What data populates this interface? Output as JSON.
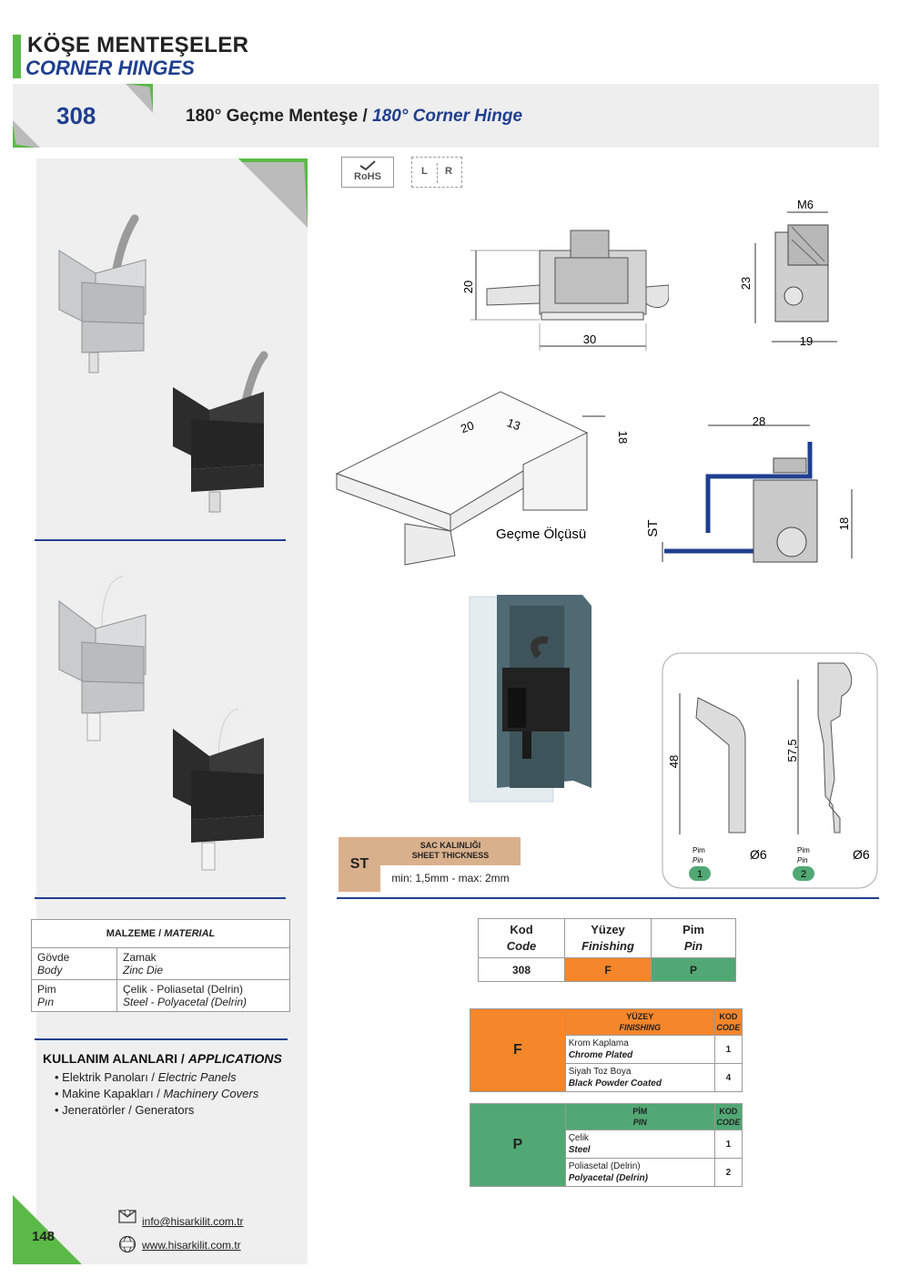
{
  "header": {
    "title_tr": "KÖŞE MENTEŞELER",
    "title_en": "CORNER HINGES",
    "code": "308",
    "product_tr": "180° Geçme Menteşe /",
    "product_en": "180° Corner Hinge"
  },
  "badges": {
    "rohs": "RoHS",
    "lr_l": "L",
    "lr_r": "R"
  },
  "drawing": {
    "dim_20": "20",
    "dim_30": "30",
    "dim_m6": "M6",
    "dim_23": "23",
    "dim_19": "19",
    "cut_20": "20",
    "cut_13": "13",
    "cut_18": "18",
    "cutout_label": "Geçme Ölçüsü",
    "sec_28": "28",
    "sec_18": "18",
    "sec_st": "ST",
    "pin_48": "48",
    "pin_575": "57,5",
    "pin1_label_tr": "Pim",
    "pin1_label_en": "Pin",
    "pin1_dia": "Ø6",
    "pin1_num": "1",
    "pin2_label_tr": "Pim",
    "pin2_label_en": "Pin",
    "pin2_dia": "Ø6",
    "pin2_num": "2"
  },
  "sheet": {
    "key": "ST",
    "head_tr": "SAC KALINLIĞI",
    "head_en": "SHEET THICKNESS",
    "value": "min: 1,5mm - max: 2mm"
  },
  "material": {
    "title": "MALZEME /",
    "title_en": "MATERIAL",
    "rows": [
      {
        "part_tr": "Gövde",
        "part_en": "Body",
        "mat_tr": "Zamak",
        "mat_en": "Zinc Die"
      },
      {
        "part_tr": "Pim",
        "part_en": "Pın",
        "mat_tr": "Çelik - Poliasetal (Delrin)",
        "mat_en": "Steel - Polyacetal (Delrin)"
      }
    ]
  },
  "applications": {
    "title": "KULLANIM ALANLARI /",
    "title_en": "APPLICATIONS",
    "items": [
      {
        "tr": "Elektrik Panoları /",
        "en": "Electric Panels"
      },
      {
        "tr": "Makine Kapakları /",
        "en": "Machinery Covers"
      },
      {
        "tr": "Jeneratörler / Generators",
        "en": ""
      }
    ]
  },
  "code_table": {
    "h1_tr": "Kod",
    "h1_en": "Code",
    "h2_tr": "Yüzey",
    "h2_en": "Finishing",
    "h3_tr": "Pim",
    "h3_en": "Pin",
    "v1": "308",
    "v2": "F",
    "v3": "P"
  },
  "finish_table": {
    "key": "F",
    "head_tr": "YÜZEY",
    "head_en": "FINISHING",
    "kod_tr": "KOD",
    "kod_en": "CODE",
    "rows": [
      {
        "tr": "Krom Kaplama",
        "en": "Chrome Plated",
        "code": "1"
      },
      {
        "tr": "Siyah Toz Boya",
        "en": "Black Powder Coated",
        "code": "4"
      }
    ]
  },
  "pin_table": {
    "key": "P",
    "head_tr": "PİM",
    "head_en": "PIN",
    "kod_tr": "KOD",
    "kod_en": "CODE",
    "rows": [
      {
        "tr": "Çelik",
        "en": "Steel",
        "code": "1"
      },
      {
        "tr": "Poliasetal (Delrin)",
        "en": "Polyacetal (Delrin)",
        "code": "2"
      }
    ]
  },
  "footer": {
    "page": "148",
    "email": "info@hisarkilit.com.tr",
    "web": "www.hisarkilit.com.tr"
  },
  "colors": {
    "green": "#5bba47",
    "blue": "#1f3f8f",
    "orange": "#f6862a",
    "teal": "#52a874",
    "tan": "#d9b08c"
  }
}
